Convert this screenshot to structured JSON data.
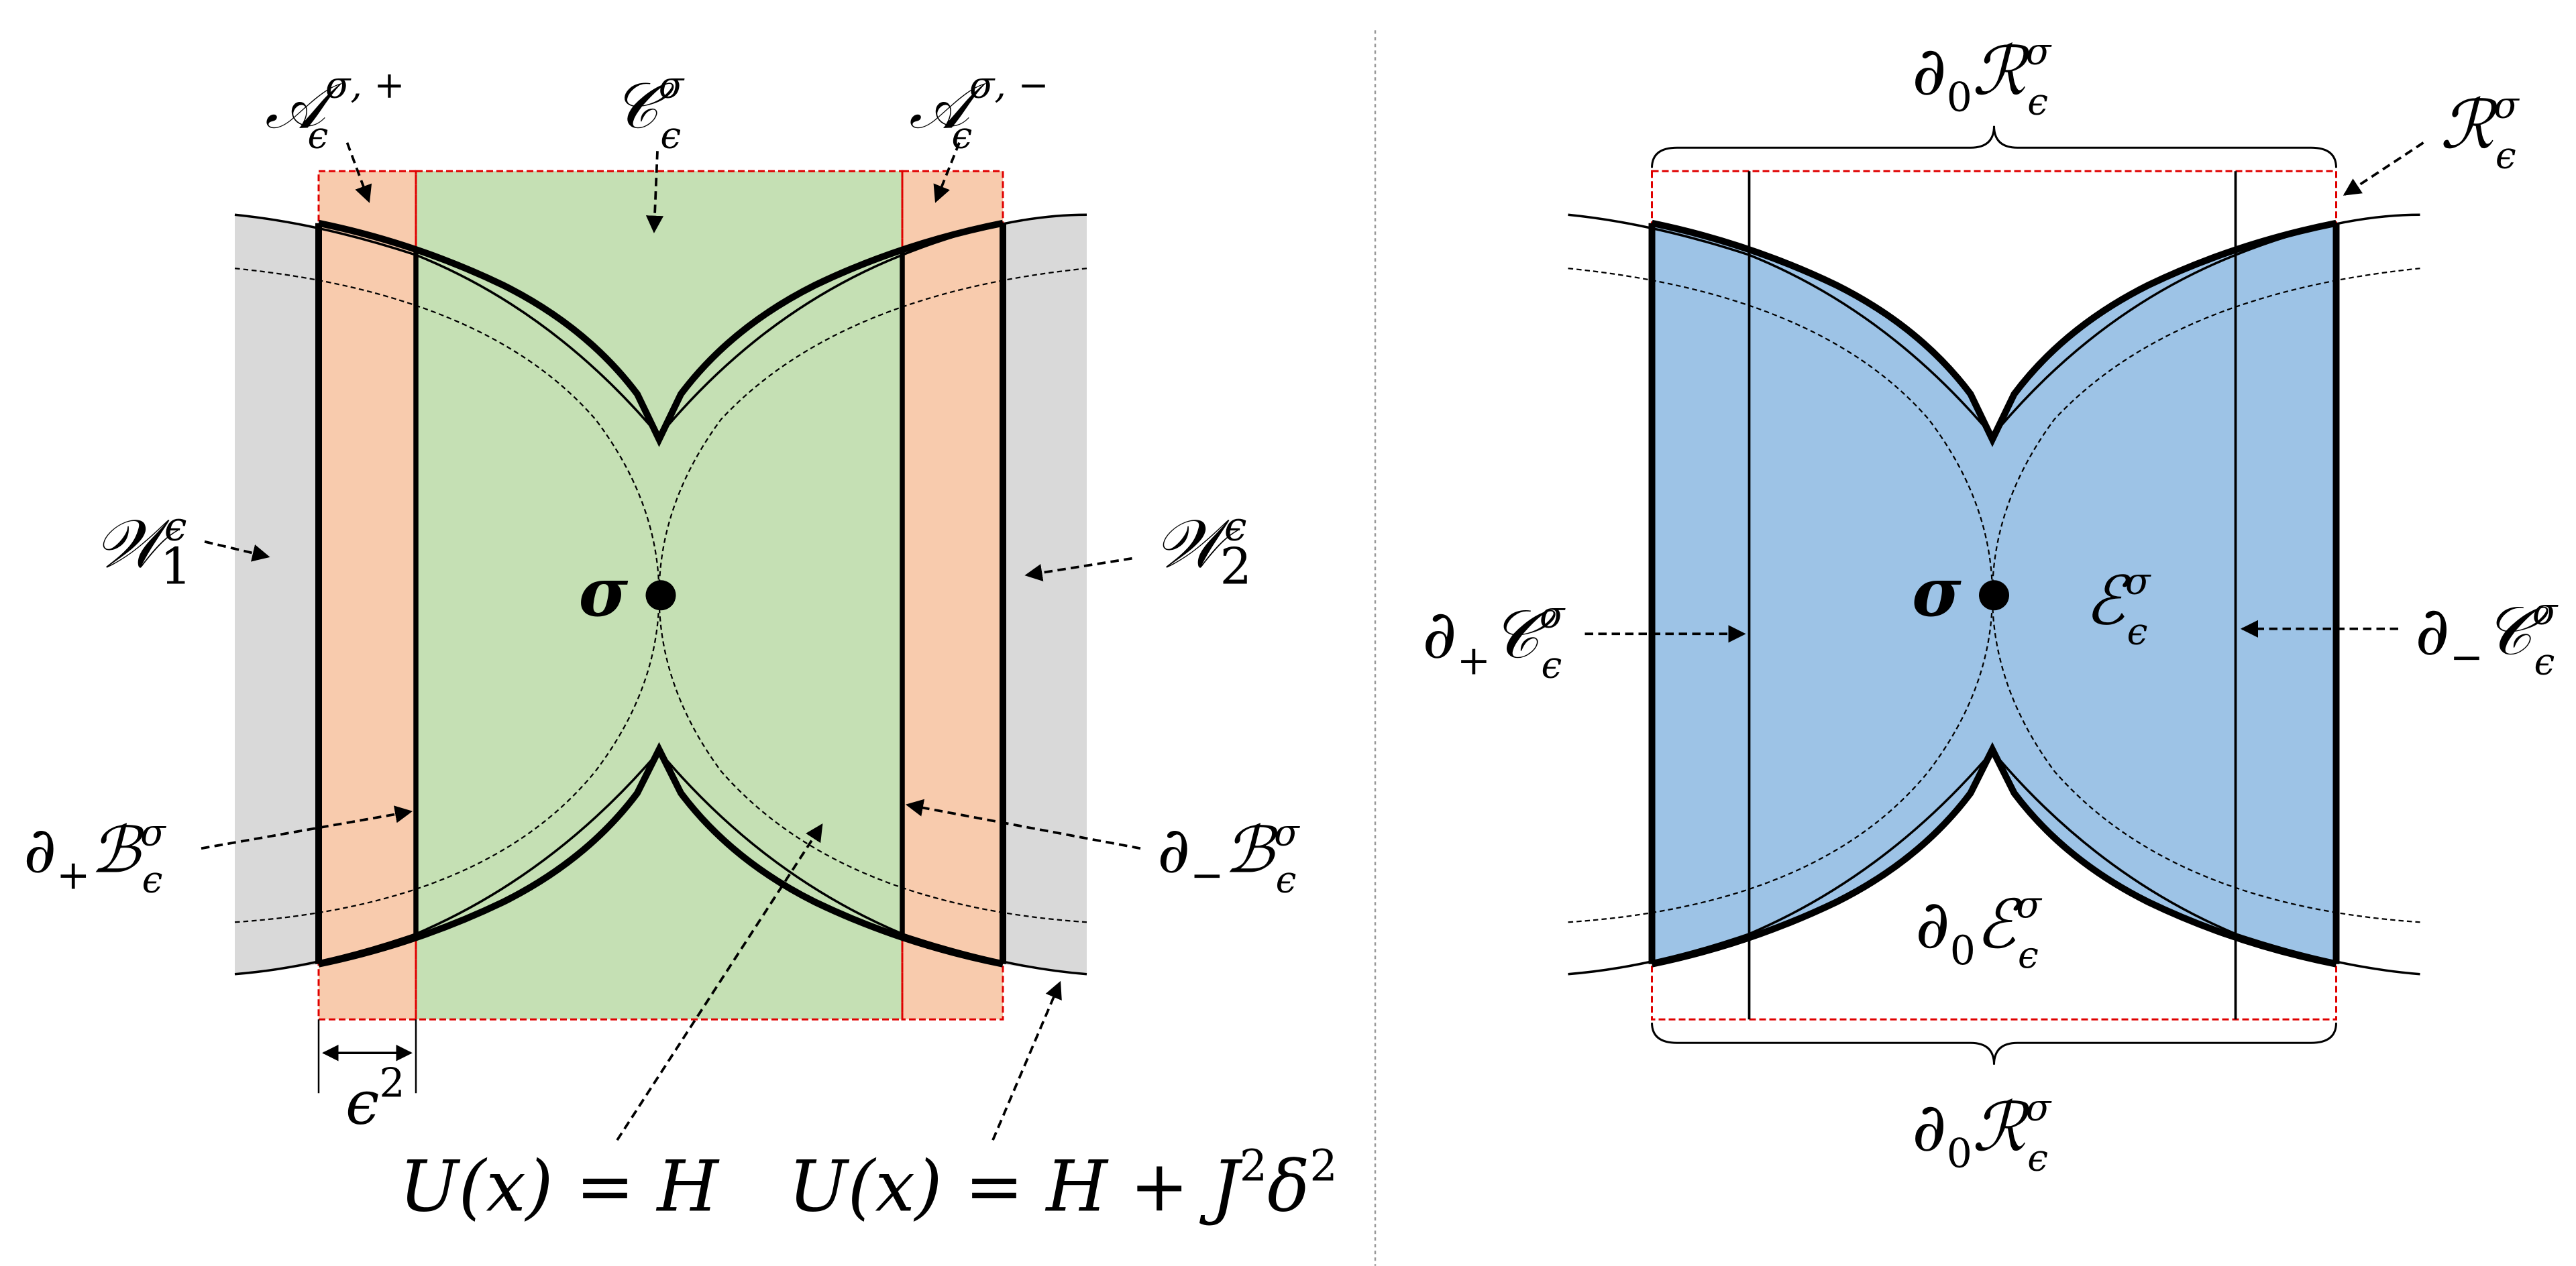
{
  "colors": {
    "gray_wells": "#d9d9d9",
    "orange_strips": "#f8cbad",
    "green_region": "#c5e0b4",
    "blue_region": "#9dc3e6",
    "red_dashed": "#e00000",
    "ink": "#000000",
    "divider": "#999999"
  },
  "left_panel": {
    "label_A_plus": {
      "base": "𝒜",
      "sub": "ϵ",
      "sup": "σ, +"
    },
    "label_C": {
      "base": "𝒞",
      "sub": "ϵ",
      "sup": "σ"
    },
    "label_A_minus": {
      "base": "𝒜",
      "sub": "ϵ",
      "sup": "σ, −"
    },
    "label_W1": {
      "base": "𝒲",
      "sub": "1",
      "sup": "ϵ"
    },
    "label_W2": {
      "base": "𝒲",
      "sub": "2",
      "sup": "ϵ"
    },
    "label_sigma": "σ",
    "label_dplus_B": {
      "pre": "∂",
      "pre_sub": "+",
      "base": "ℬ",
      "sub": "ϵ",
      "sup": "σ"
    },
    "label_dminus_B": {
      "pre": "∂",
      "pre_sub": "−",
      "base": "ℬ",
      "sub": "ϵ",
      "sup": "σ"
    },
    "label_eps2": {
      "base": "ϵ",
      "sup": "2"
    },
    "label_U_H": "U(x) = H",
    "label_U_H_J": {
      "text": "U(x) = H + J",
      "sup1": "2",
      "mid": "δ",
      "sup2": "2"
    }
  },
  "right_panel": {
    "label_d0_R_top": {
      "pre": "∂",
      "pre_sub": "0",
      "base": "ℛ",
      "sub": "ϵ",
      "sup": "σ"
    },
    "label_R": {
      "base": "ℛ",
      "sub": "ϵ",
      "sup": "σ"
    },
    "label_sigma": "σ",
    "label_E": {
      "base": "ℰ",
      "sub": "ϵ",
      "sup": "σ"
    },
    "label_dplus_C": {
      "pre": "∂",
      "pre_sub": "+",
      "base": "𝒞",
      "sub": "ϵ",
      "sup": "σ"
    },
    "label_dminus_C": {
      "pre": "∂",
      "pre_sub": "−",
      "base": "𝒞",
      "sub": "ϵ",
      "sup": "σ"
    },
    "label_d0_E": {
      "pre": "∂",
      "pre_sub": "0",
      "base": "ℰ",
      "sub": "ϵ",
      "sup": "σ"
    },
    "label_d0_R_bottom": {
      "pre": "∂",
      "pre_sub": "0",
      "base": "ℛ",
      "sub": "ϵ",
      "sup": "σ"
    }
  }
}
